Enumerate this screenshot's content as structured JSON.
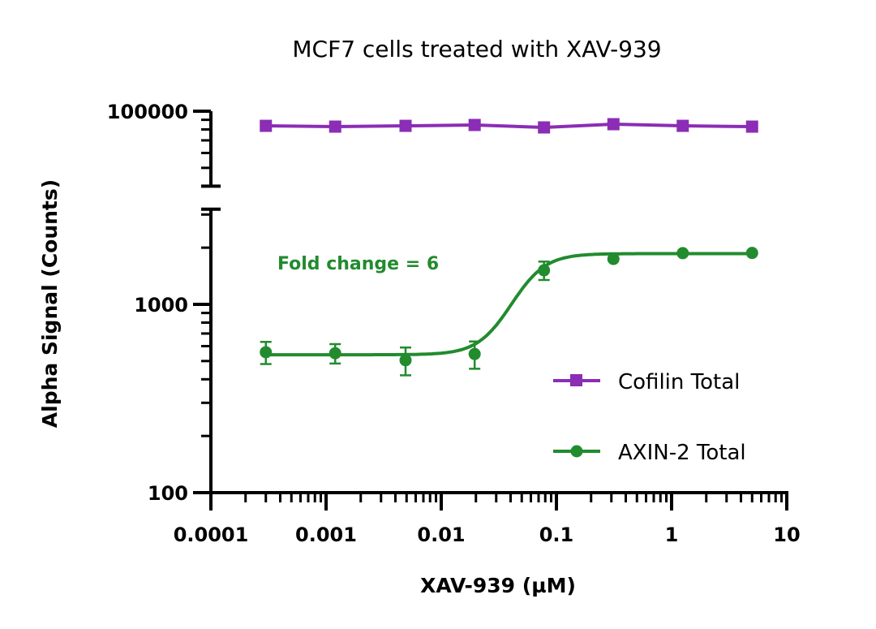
{
  "chart_data": {
    "type": "scatter",
    "title": "MCF7 cells treated with XAV-939",
    "xlabel": "XAV-939 (µM)",
    "ylabel": "Alpha Signal (Counts)",
    "xscale": "log",
    "yscale": "log",
    "xlim": [
      0.0001,
      10
    ],
    "x_ticks": [
      "0.0001",
      "0.001",
      "0.01",
      "0.1",
      "1",
      "10"
    ],
    "y_axis_break": true,
    "ylim_lower": [
      100,
      3200
    ],
    "ylim_upper": [
      40000,
      100000
    ],
    "y_ticks": [
      "100",
      "1000",
      "100000"
    ],
    "legend_position": "bottom-right",
    "annotations": [
      {
        "text": "Fold change = 6",
        "color": "#228B2E"
      }
    ],
    "series": [
      {
        "name": "Cofilin Total",
        "color": "#8B2DB5",
        "marker": "square",
        "x": [
          0.0003,
          0.0012,
          0.0049,
          0.0195,
          0.078,
          0.3125,
          1.25,
          5
        ],
        "y": [
          83600,
          82800,
          83600,
          84500,
          82000,
          85300,
          83600,
          82800
        ],
        "line": "connect"
      },
      {
        "name": "AXIN-2 Total",
        "color": "#228B2E",
        "marker": "circle",
        "x": [
          0.0003,
          0.0012,
          0.0049,
          0.0195,
          0.078,
          0.3125,
          1.25,
          5
        ],
        "y": [
          557,
          550,
          505,
          545,
          1517,
          1742,
          1870,
          1875
        ],
        "error": [
          75,
          65,
          85,
          90,
          170,
          0,
          0,
          0
        ],
        "fit": {
          "model": "sigmoidal",
          "bottom": 540,
          "top": 1860,
          "ec50": 0.05,
          "hill": 3
        }
      }
    ]
  }
}
